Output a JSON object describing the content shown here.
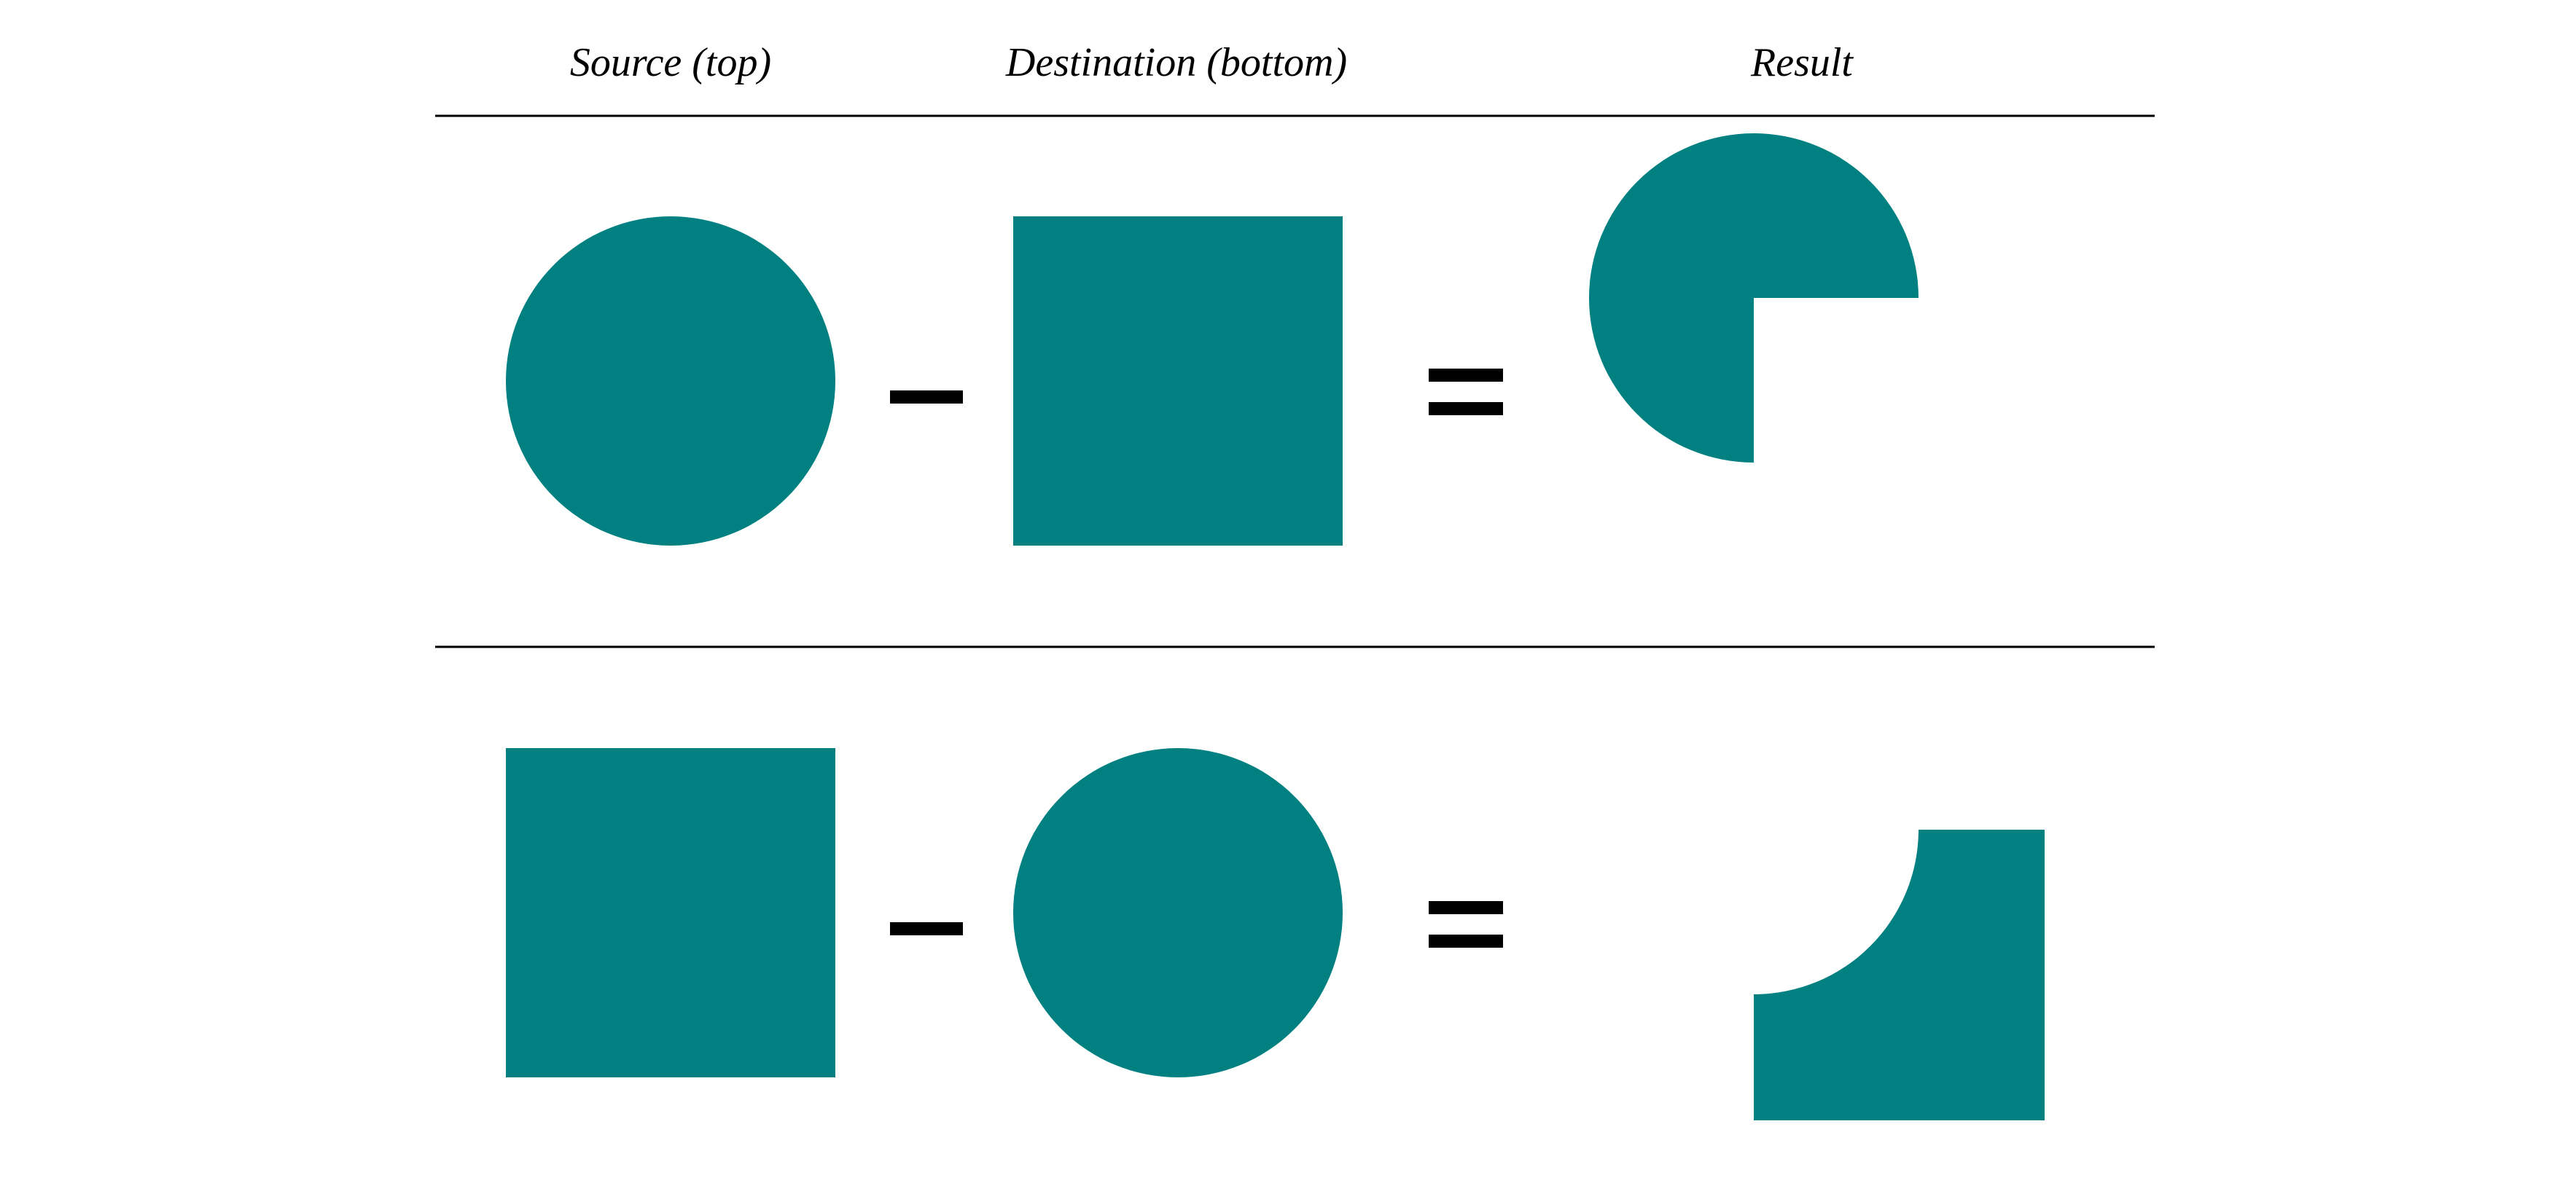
{
  "headers": {
    "source": "Source (top)",
    "destination": "Destination (bottom)",
    "result": "Result"
  },
  "colors": {
    "shape_fill": "#008080",
    "rule": "#000000",
    "operator": "#000000",
    "background": "#ffffff"
  },
  "rows": [
    {
      "source_shape": "circle",
      "operator_1": "minus",
      "destination_shape": "square",
      "operator_2": "equals",
      "result_shape": "circle-minus-square"
    },
    {
      "source_shape": "square",
      "operator_1": "minus",
      "destination_shape": "circle",
      "operator_2": "equals",
      "result_shape": "square-minus-circle"
    }
  ]
}
